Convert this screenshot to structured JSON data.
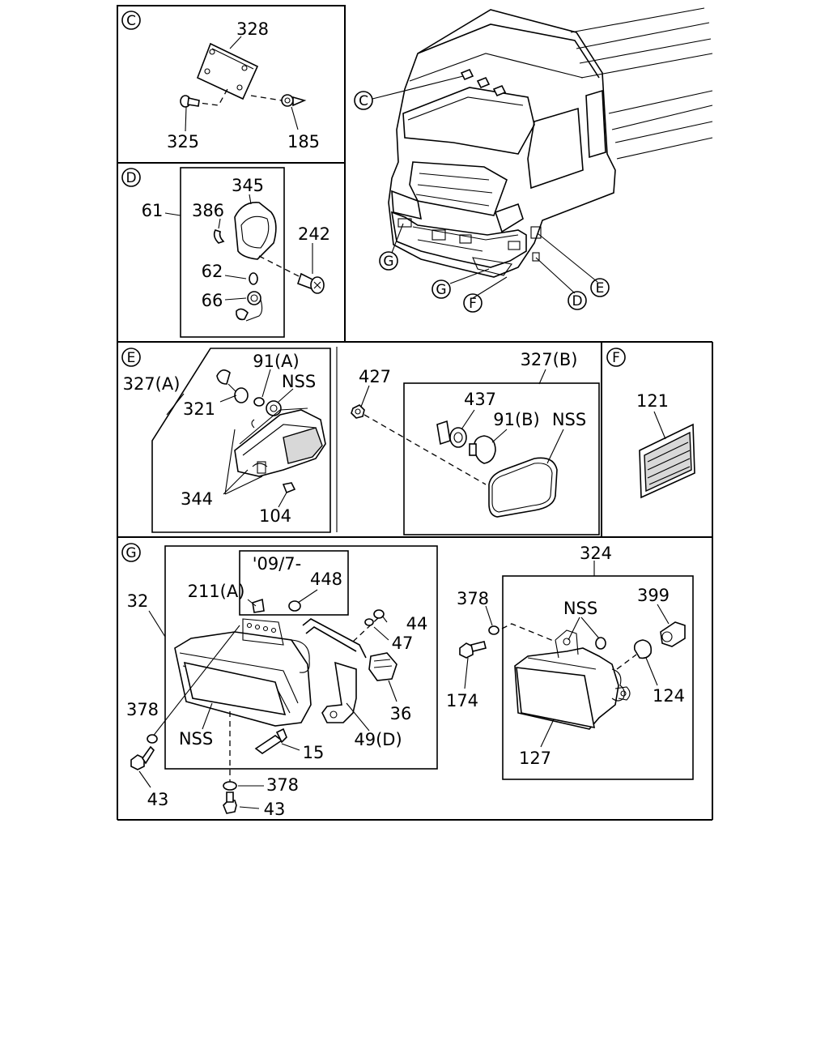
{
  "sections": {
    "C": "C",
    "D": "D",
    "E": "E",
    "F": "F",
    "G": "G"
  },
  "truck_callouts": {
    "c": "C",
    "g1": "G",
    "g2": "G",
    "f": "F",
    "d": "D",
    "e": "E"
  },
  "panel_c": {
    "p328": "328",
    "p325": "325",
    "p185": "185"
  },
  "panel_d": {
    "p345": "345",
    "p61": "61",
    "p386": "386",
    "p242": "242",
    "p62": "62",
    "p66": "66"
  },
  "panel_e1": {
    "p91a": "91(A)",
    "nss": "NSS",
    "p327a": "327(A)",
    "p321": "321",
    "p344": "344",
    "p104": "104"
  },
  "panel_e2": {
    "p427": "427",
    "p327b": "327(B)",
    "p437": "437",
    "p91b": "91(B)",
    "nss": "NSS"
  },
  "panel_f": {
    "p121": "121"
  },
  "panel_g": {
    "date": "'09/7-",
    "p448": "448",
    "p211a": "211(A)",
    "p32": "32",
    "p44": "44",
    "p47": "47",
    "p36": "36",
    "p378a": "378",
    "nss": "NSS",
    "p49d": "49(D)",
    "p15": "15",
    "p43a": "43",
    "p378b": "378",
    "p43b": "43"
  },
  "panel_g2": {
    "p324": "324",
    "p378": "378",
    "nss": "NSS",
    "p399": "399",
    "p174": "174",
    "p124": "124",
    "p127": "127"
  }
}
